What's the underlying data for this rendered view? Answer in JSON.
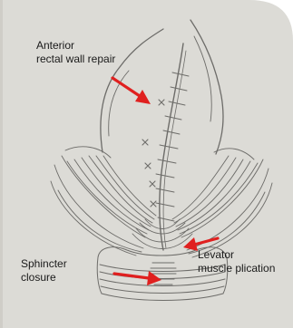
{
  "colors": {
    "paper": "#dcdbd6",
    "pencil": "#6d6c69",
    "arrow": "#e0201f",
    "label_text": "#1a1a1a"
  },
  "labels": {
    "anterior_line1": "Anterior",
    "anterior_line2": "rectal wall repair",
    "sphincter_line1": "Sphincter",
    "sphincter_line2": "closure",
    "levator_line1": "Levator",
    "levator_line2": "muscle plication"
  },
  "arrows": {
    "anterior": "arrow pointing to anterior rectal wall repair",
    "levator": "arrow pointing to levator muscle plication",
    "sphincter": "arrow pointing to sphincter closure"
  }
}
